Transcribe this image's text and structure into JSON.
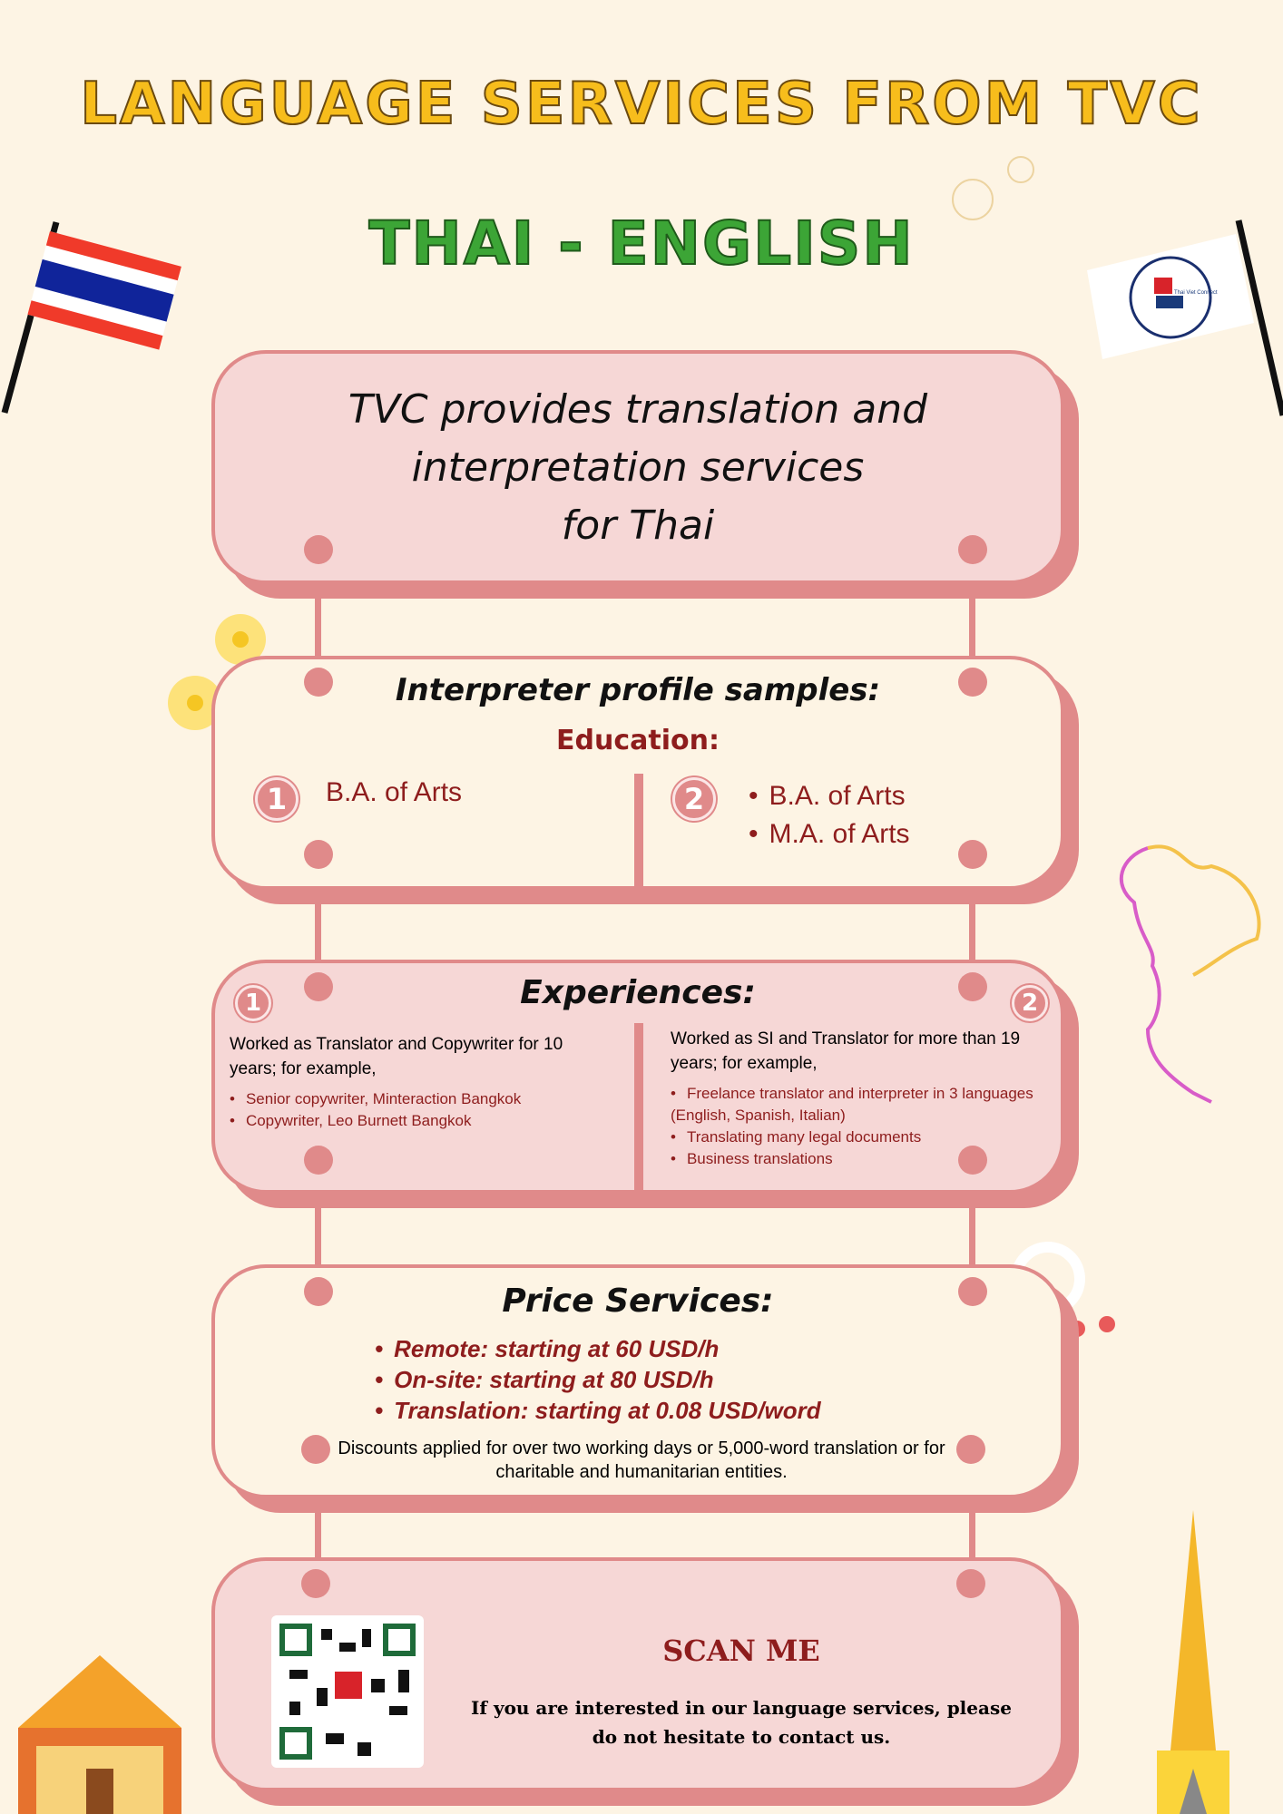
{
  "header": {
    "title": "LANGUAGE SERVICES FROM TVC",
    "subtitle": "THAI - ENGLISH"
  },
  "flags": {
    "left": "thailand-flag",
    "right": "thai-viet-connect-logo-flag",
    "logo_text": "Thai Viet Connect"
  },
  "intro": {
    "lines": [
      "TVC provides translation and",
      "interpretation services",
      "for Thai"
    ]
  },
  "profile": {
    "title": "Interpreter profile samples:",
    "education_label": "Education:",
    "p1": {
      "num": "1",
      "items": [
        "B.A. of Arts"
      ]
    },
    "p2": {
      "num": "2",
      "items": [
        "B.A. of Arts",
        "M.A. of Arts"
      ]
    }
  },
  "experiences": {
    "title": "Experiences:",
    "p1": {
      "num": "1",
      "summary": "Worked as Translator and Copywriter for 10 years; for example,",
      "items": [
        "Senior copywriter, Minteraction Bangkok",
        "Copywriter, Leo Burnett Bangkok"
      ]
    },
    "p2": {
      "num": "2",
      "summary": "Worked as SI and Translator for more than 19 years; for example,",
      "items": [
        "Freelance translator and interpreter in 3 languages (English, Spanish, Italian)",
        "Translating many legal documents",
        "Business translations"
      ]
    }
  },
  "prices": {
    "title": "Price Services:",
    "items": [
      "Remote: starting at 60 USD/h",
      "On-site: starting at 80 USD/h",
      "Translation: starting at 0.08 USD/word"
    ],
    "note": "Discounts applied for over two working days or 5,000-word translation or for charitable and humanitarian entities."
  },
  "contact": {
    "scan": "SCAN ME",
    "text": "If you are interested in our language services, please do not hesitate to contact us."
  },
  "colors": {
    "pink": "#f6d7d6",
    "border": "#e08a8a",
    "red": "#8e1d1d",
    "yellow": "#f7bd1c",
    "green": "#3ca536",
    "bg": "#fdf4e4"
  }
}
